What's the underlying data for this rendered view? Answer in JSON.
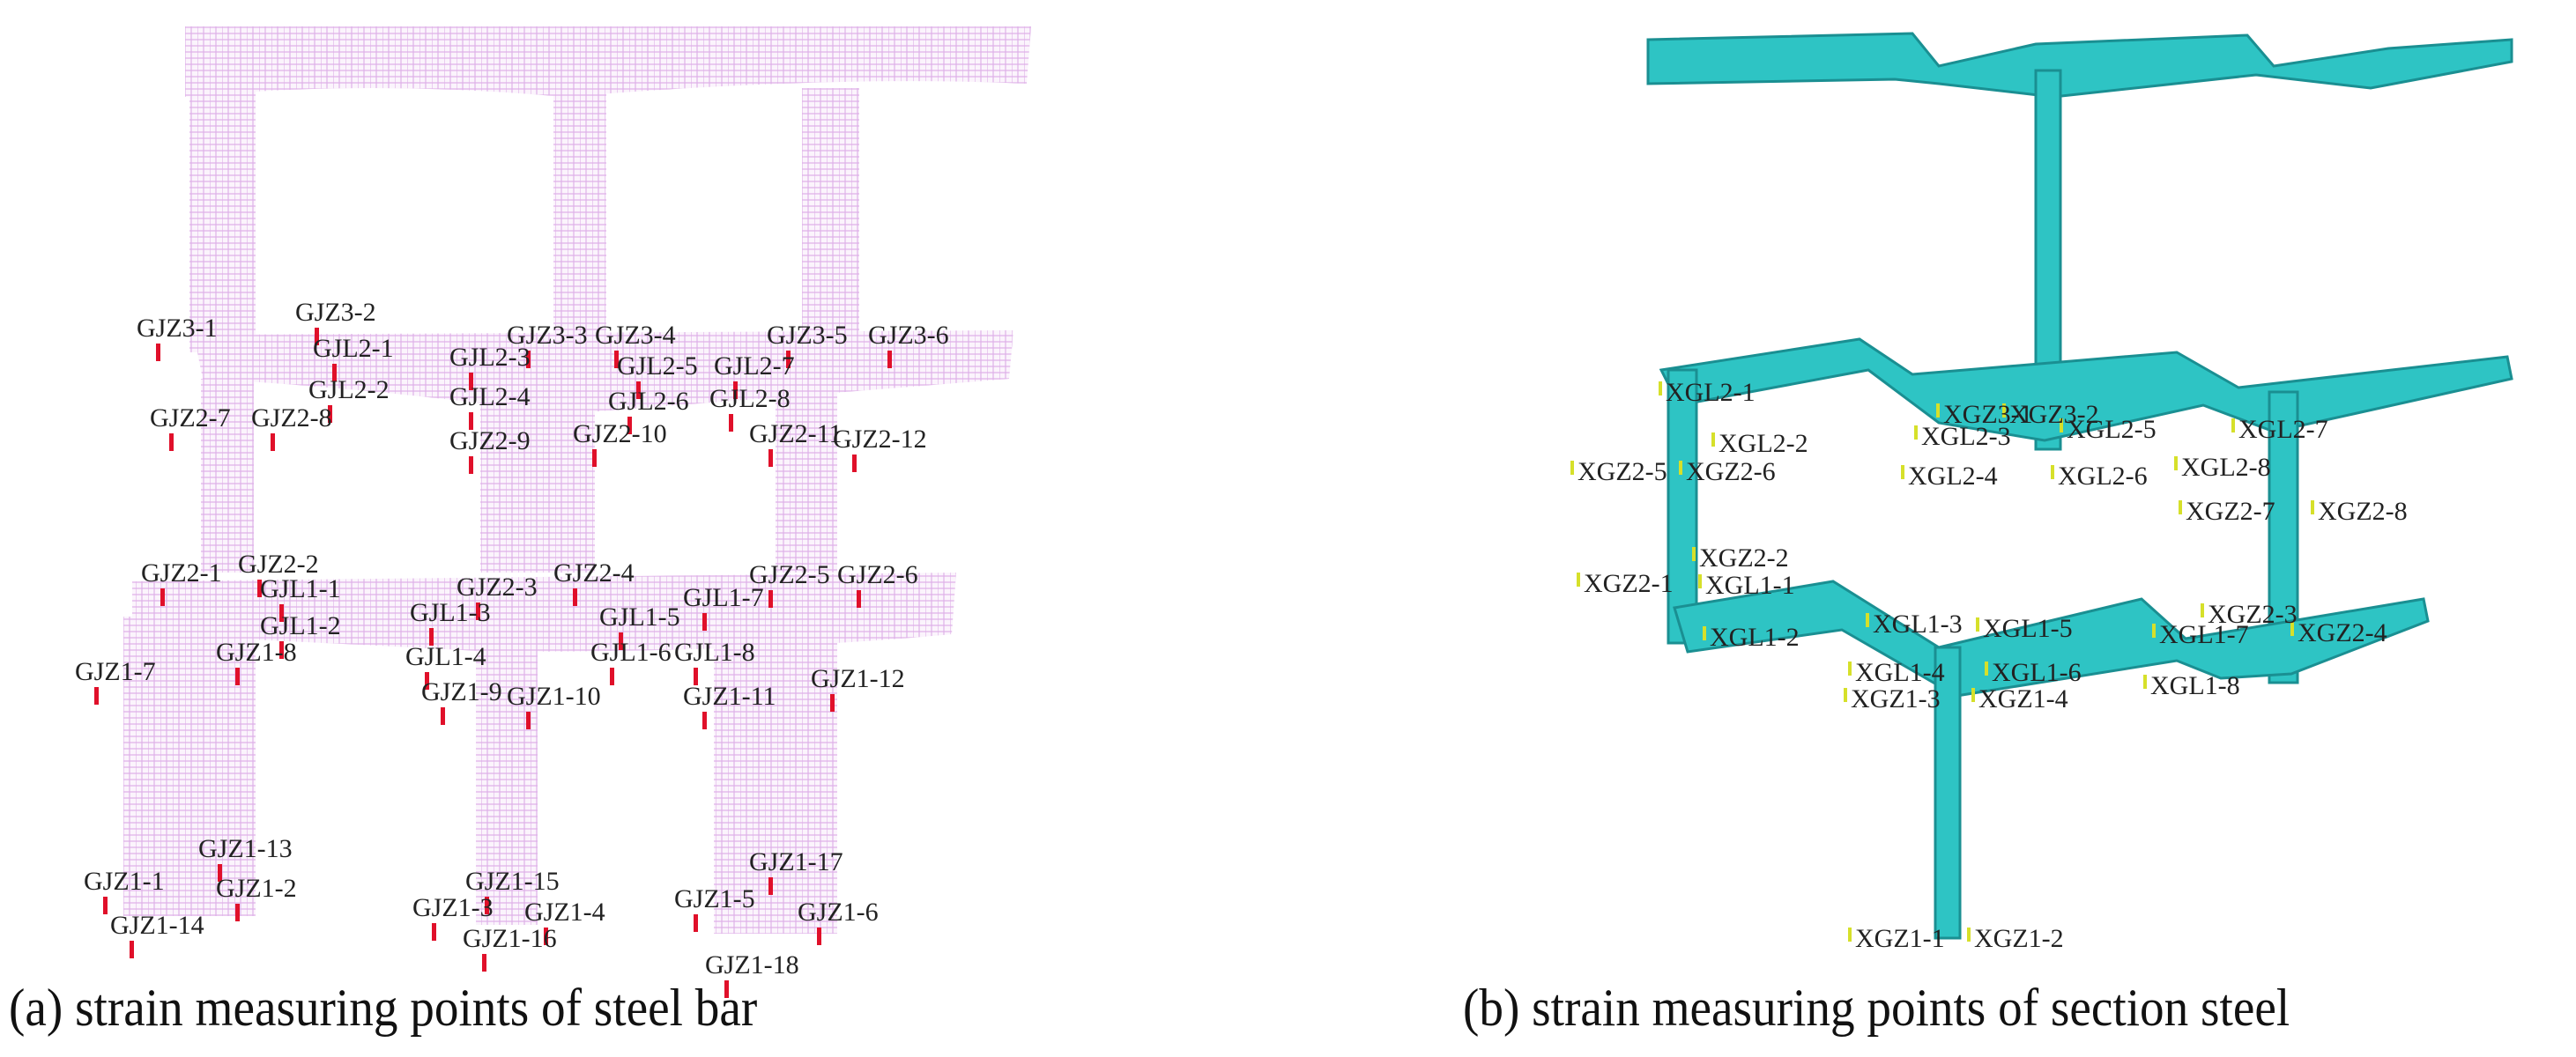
{
  "colors": {
    "mesh": "#c77ad6",
    "marker": "#e0102a",
    "steel": "#2ec4c4",
    "steel_dark": "#1a8f92",
    "gauge": "#d6e02a",
    "text": "#222222"
  },
  "panel_a": {
    "caption": "(a) strain measuring points of steel bar",
    "labels": [
      "GJZ3-1",
      "GJZ3-2",
      "GJL2-1",
      "GJL2-2",
      "GJZ2-7",
      "GJZ2-8",
      "GJZ3-3",
      "GJZ3-4",
      "GJL2-3",
      "GJL2-5",
      "GJL2-7",
      "GJZ3-5",
      "GJZ3-6",
      "GJL2-4",
      "GJL2-6",
      "GJL2-8",
      "GJZ2-9",
      "GJZ2-10",
      "GJZ2-11",
      "GJZ2-12",
      "GJZ2-1",
      "GJZ2-2",
      "GJL1-1",
      "GJL1-2",
      "GJZ1-8",
      "GJZ1-7",
      "GJZ2-3",
      "GJZ2-4",
      "GJL1-3",
      "GJL1-5",
      "GJL1-7",
      "GJZ2-5",
      "GJZ2-6",
      "GJL1-4",
      "GJL1-6",
      "GJL1-8",
      "GJZ1-9",
      "GJZ1-10",
      "GJZ1-11",
      "GJZ1-12",
      "GJZ1-13",
      "GJZ1-1",
      "GJZ1-2",
      "GJZ1-14",
      "GJZ1-15",
      "GJZ1-3",
      "GJZ1-4",
      "GJZ1-16",
      "GJZ1-17",
      "GJZ1-5",
      "GJZ1-6",
      "GJZ1-18"
    ]
  },
  "panel_b": {
    "caption": "(b) strain measuring points of section steel",
    "labels": [
      "XGL2-1",
      "XGL2-2",
      "XGZ2-5",
      "XGZ2-6",
      "XGZ3-1",
      "XGZ3-2",
      "XGL2-3",
      "XGL2-5",
      "XGL2-4",
      "XGL2-6",
      "XGL2-7",
      "XGL2-8",
      "XGZ2-7",
      "XGZ2-8",
      "XGZ2-2",
      "XGZ2-1",
      "XGL1-1",
      "XGL1-2",
      "XGL1-3",
      "XGL1-5",
      "XGL1-4",
      "XGL1-6",
      "XGZ1-3",
      "XGZ1-4",
      "XGZ2-3",
      "XGZ2-4",
      "XGL1-7",
      "XGL1-8",
      "XGZ1-1",
      "XGZ1-2"
    ]
  }
}
